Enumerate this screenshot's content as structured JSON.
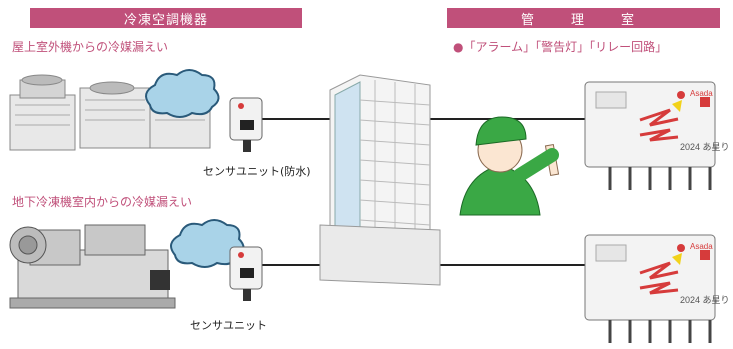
{
  "left_header": "冷凍空調機器",
  "right_header": "管　理　室",
  "rooftop_label": "屋上室外機からの冷媒漏えい",
  "basement_label": "地下冷凍機室内からの冷媒漏えい",
  "sensor_waterproof_caption": "センサユニット(防水)",
  "sensor_caption": "センサユニット",
  "outputs_bullet": "●",
  "outputs_label": "「アラーム」「警告灯」「リレー回路」",
  "panel_brand": "Asada",
  "panel_model": "2024 あ星り",
  "colors": {
    "accent": "#c0507a",
    "cable": "#222222",
    "person_green": "#3aa845"
  }
}
